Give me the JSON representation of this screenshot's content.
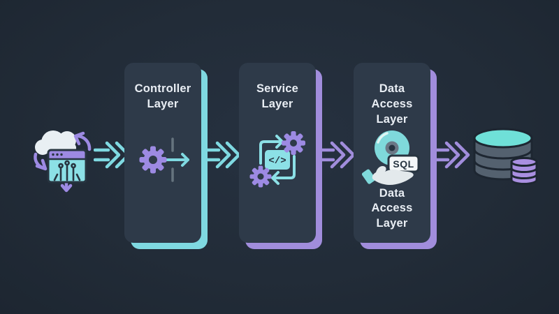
{
  "diagram": {
    "type": "layered-architecture-flow",
    "background_color": "#212b37",
    "card_color": "#2e3a49",
    "text_color": "#e9eef4",
    "accents": {
      "teal": "#7fd9e1",
      "purple": "#a18ddc"
    },
    "client": {
      "icon": "cloud-browser-icon"
    },
    "cards": [
      {
        "id": "controller",
        "title": "Controller Layer",
        "accent": "#7fd9e1",
        "icon": "gear-passthrough-icon"
      },
      {
        "id": "service",
        "title": "Service Layer",
        "accent": "#a18ddc",
        "icon": "code-gears-cycle-icon"
      },
      {
        "id": "data-access",
        "title": "Data Access Layer",
        "title_bottom": "Data Access Layer",
        "accent": "#a18ddc",
        "icon": "sql-disc-hand-icon"
      }
    ],
    "database": {
      "icon": "database-cylinders-icon"
    },
    "labels": {
      "sql_badge": "SQL",
      "code_glyph": "</>"
    },
    "arrows": [
      {
        "from": "client",
        "to": "controller",
        "color": "#7fd9e1",
        "style": "double-chevron"
      },
      {
        "from": "controller",
        "to": "service",
        "color": "#7fd9e1",
        "style": "double-chevron"
      },
      {
        "from": "service",
        "to": "data-access",
        "color": "#a18ddc",
        "style": "double-chevron"
      },
      {
        "from": "data-access",
        "to": "database",
        "color": "#a18ddc",
        "style": "double-chevron"
      }
    ]
  }
}
